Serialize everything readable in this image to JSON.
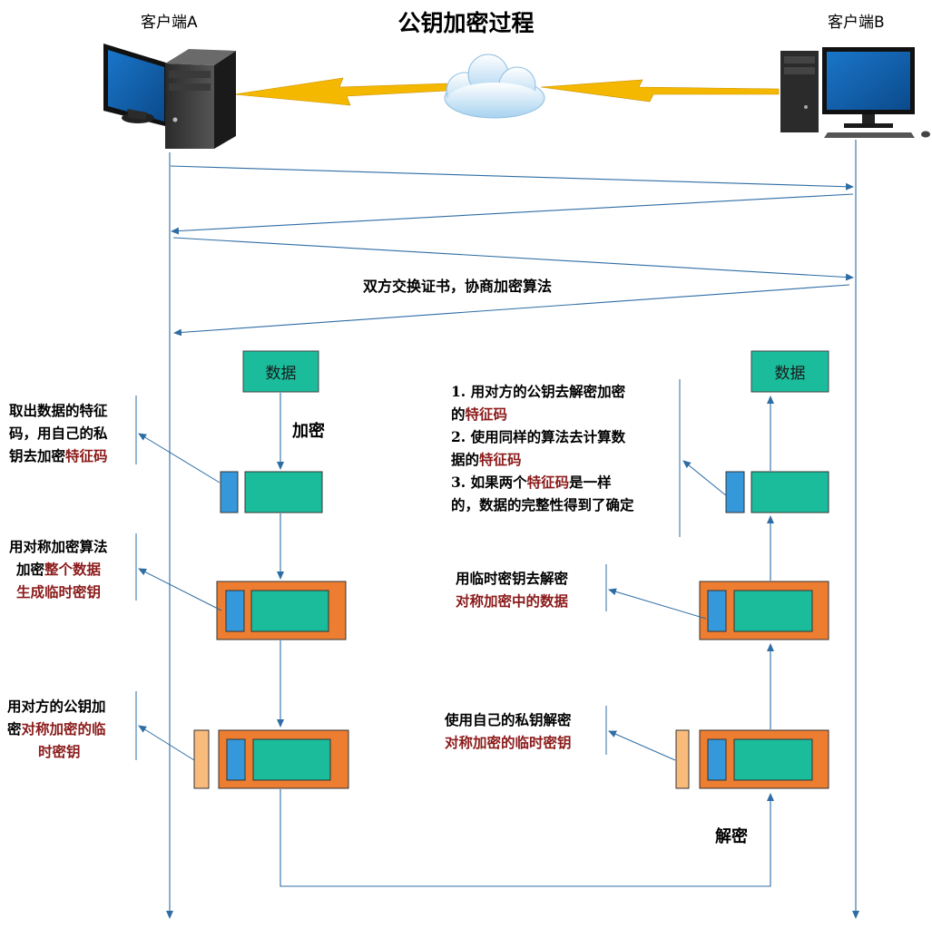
{
  "title": "公钥加密过程",
  "client_a": "客户端A",
  "client_b": "客户端B",
  "handshake_label": "双方交换证书，协商加密算法",
  "data_box_label": "数据",
  "encrypt_label": "加密",
  "decrypt_label": "解密",
  "left_notes": {
    "step1": {
      "l1": "取出数据的特征",
      "l2": "码，用自己的私",
      "l3_plain": "钥去加密",
      "l3_red": "特征码"
    },
    "step2": {
      "l1": "用对称加密算法",
      "l2_plain": "加密",
      "l2_red": "整个数据",
      "l3_red": "生成临时密钥"
    },
    "step3": {
      "l1": "用对方的公钥加",
      "l2_plain": "密",
      "l2_red": "对称加密的临",
      "l3_red": "时密钥"
    }
  },
  "right_notes": {
    "verify": {
      "l1": "1. 用对方的公钥去解密加密",
      "l2_plain": "的",
      "l2_red": "特征码",
      "l3": "2. 使用同样的算法去计算数",
      "l4_plain": "据的",
      "l4_red": "特征码",
      "l5_plain1": "3. 如果两个",
      "l5_red": "特征码",
      "l5_plain2": "是一样",
      "l6": "的，数据的完整性得到了确定"
    },
    "temp_key": {
      "l1": "用临时密钥去解密",
      "l2_red": "对称加密中的数据"
    },
    "private_key": {
      "l1": "使用自己的私钥解密",
      "l2_red": "对称加密的临时密钥"
    }
  },
  "colors": {
    "teal": "#1abc9c",
    "blue": "#3498db",
    "orange": "#ed7d31",
    "peach": "#f8bb7c",
    "line": "#2e6da4",
    "bolt": "#f5b800",
    "note_red": "#8b1a1a"
  }
}
